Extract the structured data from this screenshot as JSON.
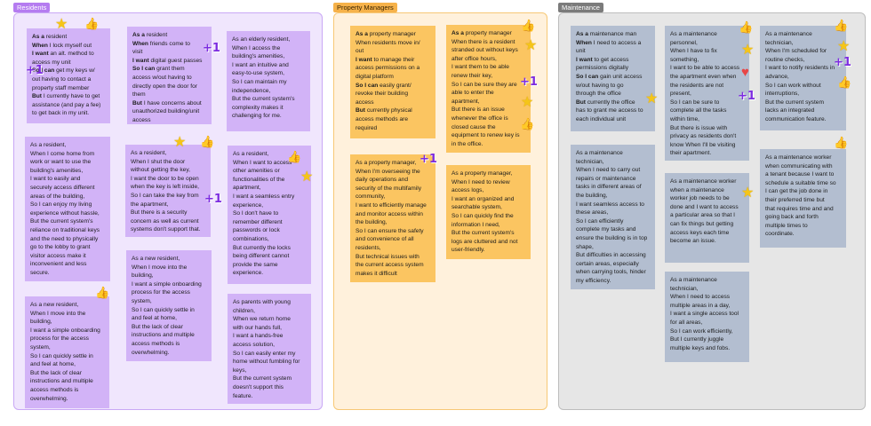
{
  "sections": {
    "residents": "Residents",
    "property_managers": "Property Managers",
    "maintenance": "Maintenance"
  },
  "colors": {
    "residents_note": "#d2b3f7",
    "property_managers_note": "#fbc561",
    "maintenance_note": "#b3bed0"
  },
  "reactions": {
    "star": "★",
    "thumb": "👍",
    "plus_one": "+1",
    "heart": "♥"
  },
  "residents": [
    {
      "lead": "As a",
      "t1": " resident\n",
      "b2": "When",
      "t2": " I lock myself out\n",
      "b3": "I want",
      "t3": " an alt. method to\naccess my unit\n",
      "b4": "So I can",
      "t4": " get my keys w/\nout having to contact a\nproperty staff member\n",
      "b5": "But",
      "t5": " I currently have to get\nassistance (and pay a fee)\nto get back in my unit."
    },
    {
      "lead": "As a",
      "t1": " resident\n",
      "b2": "When",
      "t2": " friends come to\nvisit\n",
      "b3": "I want",
      "t3": " digital guest passes\n",
      "b4": "So I can",
      "t4": " grant them\naccess w/out having to\ndirectly open the door for\nthem\n",
      "b5": "But",
      "t5": " I have concerns about\nunauthorized building/unit\naccess"
    },
    {
      "text": "As an elderly resident,\nWhen I access the\nbuilding's amenities,\nI want an intuitive and\neasy-to-use system,\nSo I can maintain my\nindependence,\nBut the current system's\ncomplexity makes it\nchallenging for me."
    },
    {
      "text": "As a resident,\nWhen I come home from\nwork or want to use the\nbuilding's amenities,\nI want to easily and\nsecurely access different\nareas of the building,\nSo I can enjoy my living\nexperience without hassle,\nBut the current system's\nreliance on traditional keys\nand the need to physically\ngo to the lobby to grant\nvisitor access make it\ninconvenient and less\nsecure."
    },
    {
      "text": "As a resident,\nWhen I shut the door\nwithout getting the key,\nI want the door to be open\nwhen the key is left inside,\nSo I can take the key from\nthe apartment,\nBut there is a security\nconcern as well as current\nsystems don't support that."
    },
    {
      "text": "As a resident,\nWhen I want to access\nother amenities or\nfunctionalities of the\napartment,\nI want a seamless entry\nexperience,\nSo I don't have to\nremember different\npasswords or lock\ncombinations,\nBut currently the locks\nbeing different cannot\nprovide the same\nexperience."
    },
    {
      "text": "As a new resident,\nWhen I move into the\nbuilding,\nI want a simple onboarding\nprocess for the access\nsystem,\nSo I can quickly settle in\nand feel at home,\nBut the lack of clear\ninstructions and multiple\naccess methods is\noverwhelming."
    },
    {
      "text": "As a new resident,\nWhen I move into the\nbuilding,\nI want a simple onboarding\nprocess for the access\nsystem,\nSo I can quickly settle in\nand feel at home,\nBut the lack of clear\ninstructions and multiple\naccess methods is\noverwhelming."
    },
    {
      "text": "As parents with young\nchildren,\nWhen we return home\nwith our hands full,\nI want a hands-free\naccess solution,\nSo I can easily enter my\nhome without fumbling for\nkeys,\nBut the current system\ndoesn't support this\nfeature."
    }
  ],
  "property_managers": [
    {
      "lead": "As a",
      "t1": " property manager\nWhen residents move in/\nout\n",
      "b3": "I want",
      "t3": " to manage their\naccess permissions on a\ndigital platform\n",
      "b4": "So I can",
      "t4": " easily grant/\nrevoke their building\naccess\n",
      "b5": "But",
      "t5": " currently physical\naccess methods are\nrequired"
    },
    {
      "lead": "As a",
      "t1": " property manager\nWhen there is a resident\nstranded out without keys\nafter office hours,\nI want them to be able\nrenew their key,\nSo I can be sure they are\nable to enter the\napartment,\nBut there is an issue\nwhenever the office is\nclosed cause the\nequipment to renew key is\nin the office."
    },
    {
      "text": "As a property manager,\nWhen I'm overseeing the\ndaily operations and\nsecurity of the multifamily\ncommunity,\nI want to efficiently manage\nand monitor access within\nthe building,\nSo I can ensure the safety\nand convenience of all\nresidents,\nBut technical issues with\nthe current access system\nmakes it difficult"
    },
    {
      "text": "As a property manager,\nWhen I need to review\naccess logs,\nI want an organized and\nsearchable system,\nSo I can quickly find the\ninformation I need,\nBut the current system's\nlogs are cluttered and not\nuser-friendly."
    }
  ],
  "maintenance": [
    {
      "lead": "As a",
      "t1": " maintenance man\n",
      "b2": "When",
      "t2": " I need to access a\nunit\n",
      "b3": "I want",
      "t3": " to get access\npermissions digitally\n",
      "b4": "So I can",
      "t4": " gain unit access\nw/out having to go\nthrough the office\n",
      "b5": "But",
      "t5": " currently the office\nhas to grant me access to\neach individual unit"
    },
    {
      "text": "As a maintenance\npersonnel,\nWhen I have to fix\nsomething,\nI want to be able to access\nthe apartment even when\nthe residents are not\npresent,\nSo I can be sure to\ncomplete all the tasks\nwithin time,\nBut there is issue with\nprivacy as residents don't\nknow When I'll be visiting\ntheir apartment."
    },
    {
      "text": "As a maintenance\ntechnician,\nWhen I'm scheduled for\nroutine checks,\nI want to notify residents in\nadvance,\nSo I can work without\ninterruptions,\nBut the current system\nlacks an integrated\ncommunication feature."
    },
    {
      "text": "As a maintenance\ntechnician,\nWhen I need to carry out\nrepairs or maintenance\ntasks in different areas of\nthe building,\nI want seamless access to\nthese areas,\nSo I can efficiently\ncomplete my tasks and\nensure the building is in top\nshape,\nBut difficulties in accessing\ncertain areas, especially\nwhen carrying tools, hinder\nmy efficiency."
    },
    {
      "text": "As a maintenance worker\nwhen a maintenance\nworker job needs to be\ndone and I want to access\na particular area so that I\ncan fix things but getting\naccess keys each time\nbecome an issue."
    },
    {
      "text": "As a maintenance worker\nwhen communicating with\na tenant because I want to\nschedule a suitable time so\nI can get the job done in\ntheir preferred time but\nthat requires time and and\ngoing back and forth\nmultiple times to\ncoordinate."
    },
    {
      "text": "As a maintenance\ntechnician,\nWhen I need to access\nmultiple areas in a day,\nI want a single access tool\nfor all areas,\nSo I can work efficiently,\nBut I currently juggle\nmultiple keys and fobs."
    }
  ]
}
